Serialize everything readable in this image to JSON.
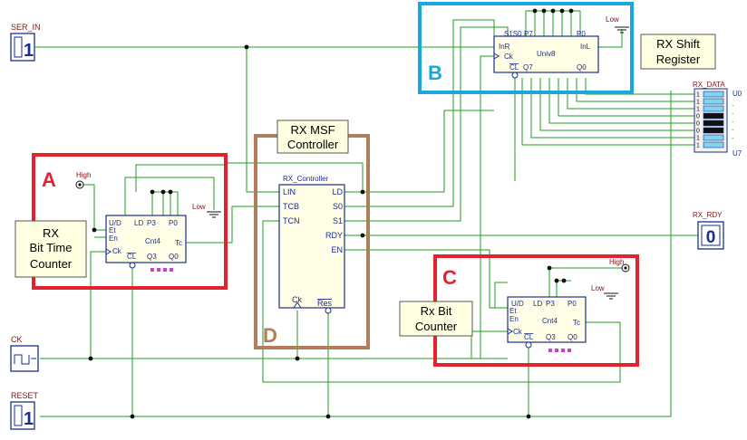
{
  "colors": {
    "wire": "#1f9e1f",
    "chip": "#1a2f8c",
    "red": "#e4212e",
    "blue": "#1aa7e0",
    "brown": "#b07e5c",
    "io_label": "#8a1010",
    "led_cyan": "#7fd6ee"
  },
  "inputs": {
    "ser_in": {
      "label": "SER_IN",
      "value": "1"
    },
    "ck": {
      "label": "CK"
    },
    "reset": {
      "label": "RESET",
      "value": "1"
    }
  },
  "high_label_a": "High",
  "high_label_c": "High",
  "low_label_a": "Low",
  "low_label_c": "Low",
  "low_label_b": "Low",
  "regions": {
    "a": {
      "letter": "A",
      "caption_line1": "RX",
      "caption_line2": "Bit Time",
      "caption_line3": "Counter"
    },
    "b": {
      "letter": "B",
      "caption_line1": "RX Shift",
      "caption_line2": "Register"
    },
    "c": {
      "letter": "C",
      "caption_line1": "Rx Bit",
      "caption_line2": "Counter"
    },
    "d": {
      "letter": "D",
      "caption_line1": "RX MSF",
      "caption_line2": "Controller"
    }
  },
  "counter_a": {
    "name": "Cnt4",
    "pins": {
      "ud": "U/D",
      "ld": "LD",
      "p3": "P3",
      "p0": "P0",
      "et": "Et",
      "en": "En",
      "ck": "Ck",
      "tc": "Tc",
      "cl": "CL",
      "q3": "Q3",
      "q0": "Q0"
    }
  },
  "counter_c": {
    "name": "Cnt4",
    "pins": {
      "ud": "U/D",
      "ld": "LD",
      "p3": "P3",
      "p0": "P0",
      "et": "Et",
      "en": "En",
      "ck": "Ck",
      "tc": "Tc",
      "cl": "CL",
      "q3": "Q3",
      "q0": "Q0"
    }
  },
  "shift_reg": {
    "name": "Univ8",
    "pins": {
      "s1s0": "S1S0",
      "p7": "P7",
      "p0": "P0",
      "inr": "InR",
      "inl": "InL",
      "ck": "Ck",
      "cl": "CL",
      "q7": "Q7",
      "q0": "Q0"
    }
  },
  "controller": {
    "name": "RX_Controller",
    "pins": {
      "lin": "LIN",
      "tcb": "TCB",
      "tcn": "TCN",
      "ld": "LD",
      "s0": "S0",
      "s1": "S1",
      "rdy": "RDY",
      "en": "EN",
      "ck": "Ck",
      "res": "Res"
    }
  },
  "rx_data": {
    "label": "RX_DATA",
    "top_label": "U0",
    "bottom_label": "U7",
    "bits": [
      "1",
      "1",
      "1",
      "0",
      "0",
      "0",
      "1",
      "1"
    ]
  },
  "rx_rdy": {
    "label": "RX_RDY",
    "value": "0"
  }
}
